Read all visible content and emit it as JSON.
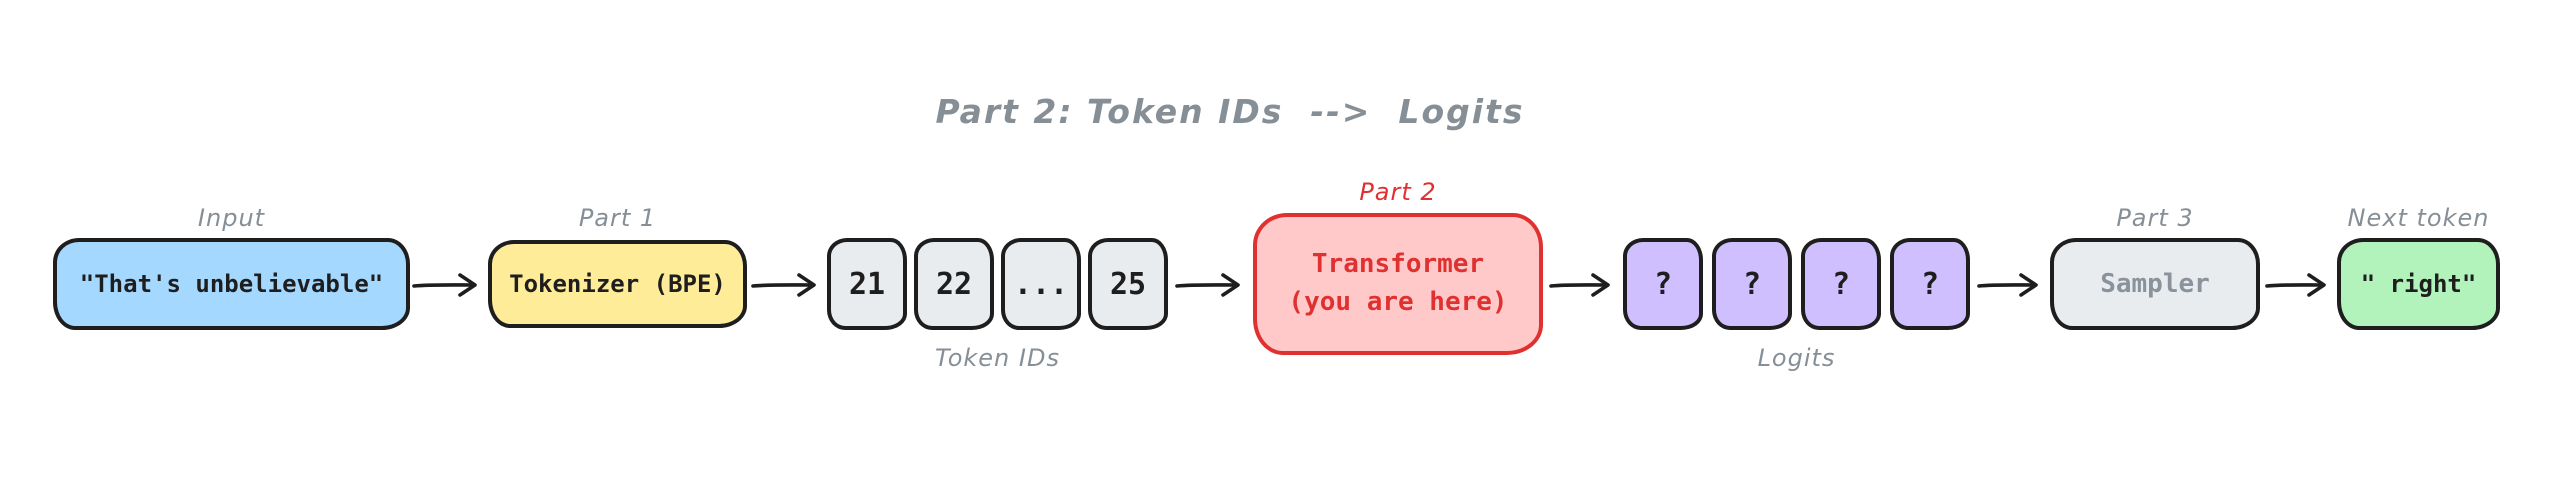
{
  "title": "Part 2: Token IDs  -->  Logits",
  "colors": {
    "ink": "#1e1e1e",
    "label_gray": "#868e96",
    "accent_red": "#e03131",
    "input_blue": "#a5d8ff",
    "tokenizer_yellow": "#ffec99",
    "chip_gray": "#e9ecef",
    "transformer_pink": "#ffc9c9",
    "logits_purple": "#d0bfff",
    "next_token_green": "#b2f2bb"
  },
  "pipeline": {
    "input": {
      "label": "Input",
      "text": "\"That's unbelievable\""
    },
    "tokenizer": {
      "label": "Part 1",
      "text": "Tokenizer (BPE)"
    },
    "token_ids": {
      "label": "Token IDs",
      "values": [
        "21",
        "22",
        "...",
        "25"
      ]
    },
    "transformer": {
      "label": "Part 2",
      "lines": [
        "Transformer",
        "(you are here)"
      ]
    },
    "logits": {
      "label": "Logits",
      "values": [
        "?",
        "?",
        "?",
        "?"
      ]
    },
    "sampler": {
      "label": "Part 3",
      "text": "Sampler"
    },
    "next_token": {
      "label": "Next token",
      "text": "\" right\""
    }
  }
}
